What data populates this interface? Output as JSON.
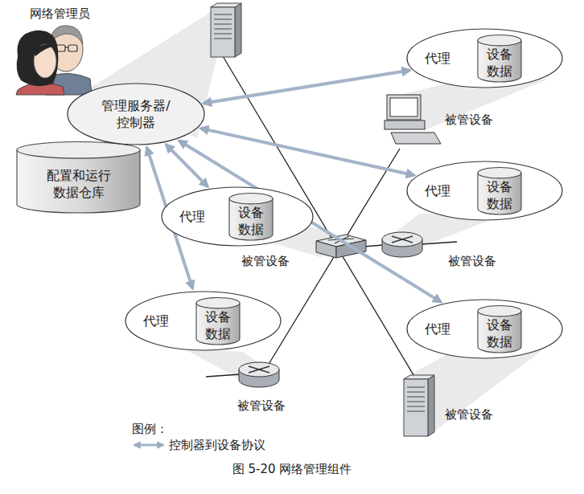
{
  "diagram": {
    "caption": "图 5-20 网络管理组件",
    "nodes": [
      {
        "text": [
          "管理服务器/ 控制器"
        ]
      },
      {
        "text": [
          "配置和运行 数据仓库"
        ]
      },
      {
        "text": [
          "代理"
        ]
      },
      {
        "text": [
          "设备 数据"
        ],
        "in": 2
      },
      {
        "text": [
          "代理"
        ]
      },
      {
        "text": [
          "设备 数据"
        ],
        "in": 4
      },
      {
        "text": [
          "代理"
        ]
      },
      {
        "text": [
          "设备 数据"
        ],
        "in": 6
      },
      {
        "text": [
          "代理"
        ]
      },
      {
        "text": [
          "设备 数据"
        ],
        "in": 8
      },
      {
        "text": [
          "代理"
        ]
      },
      {
        "text": [
          "设备 数据"
        ],
        "in": 10
      }
    ],
    "edges": [
      {
        "from": 0,
        "to": 2,
        "arrow": "both"
      },
      {
        "from": 0,
        "to": 4,
        "arrow": "both"
      },
      {
        "from": 0,
        "to": 6,
        "arrow": "both"
      },
      {
        "from": 0,
        "to": 8,
        "arrow": "both"
      },
      {
        "from": 0,
        "to": 10,
        "arrow": "both"
      }
    ],
    "labels": [
      "网络管理员",
      "被管设备",
      "被管设备",
      "被管设备",
      "被管设备",
      "被管设备",
      "图例："
    ],
    "legend": [
      {
        "text": "控制器到设备协议"
      }
    ]
  }
}
